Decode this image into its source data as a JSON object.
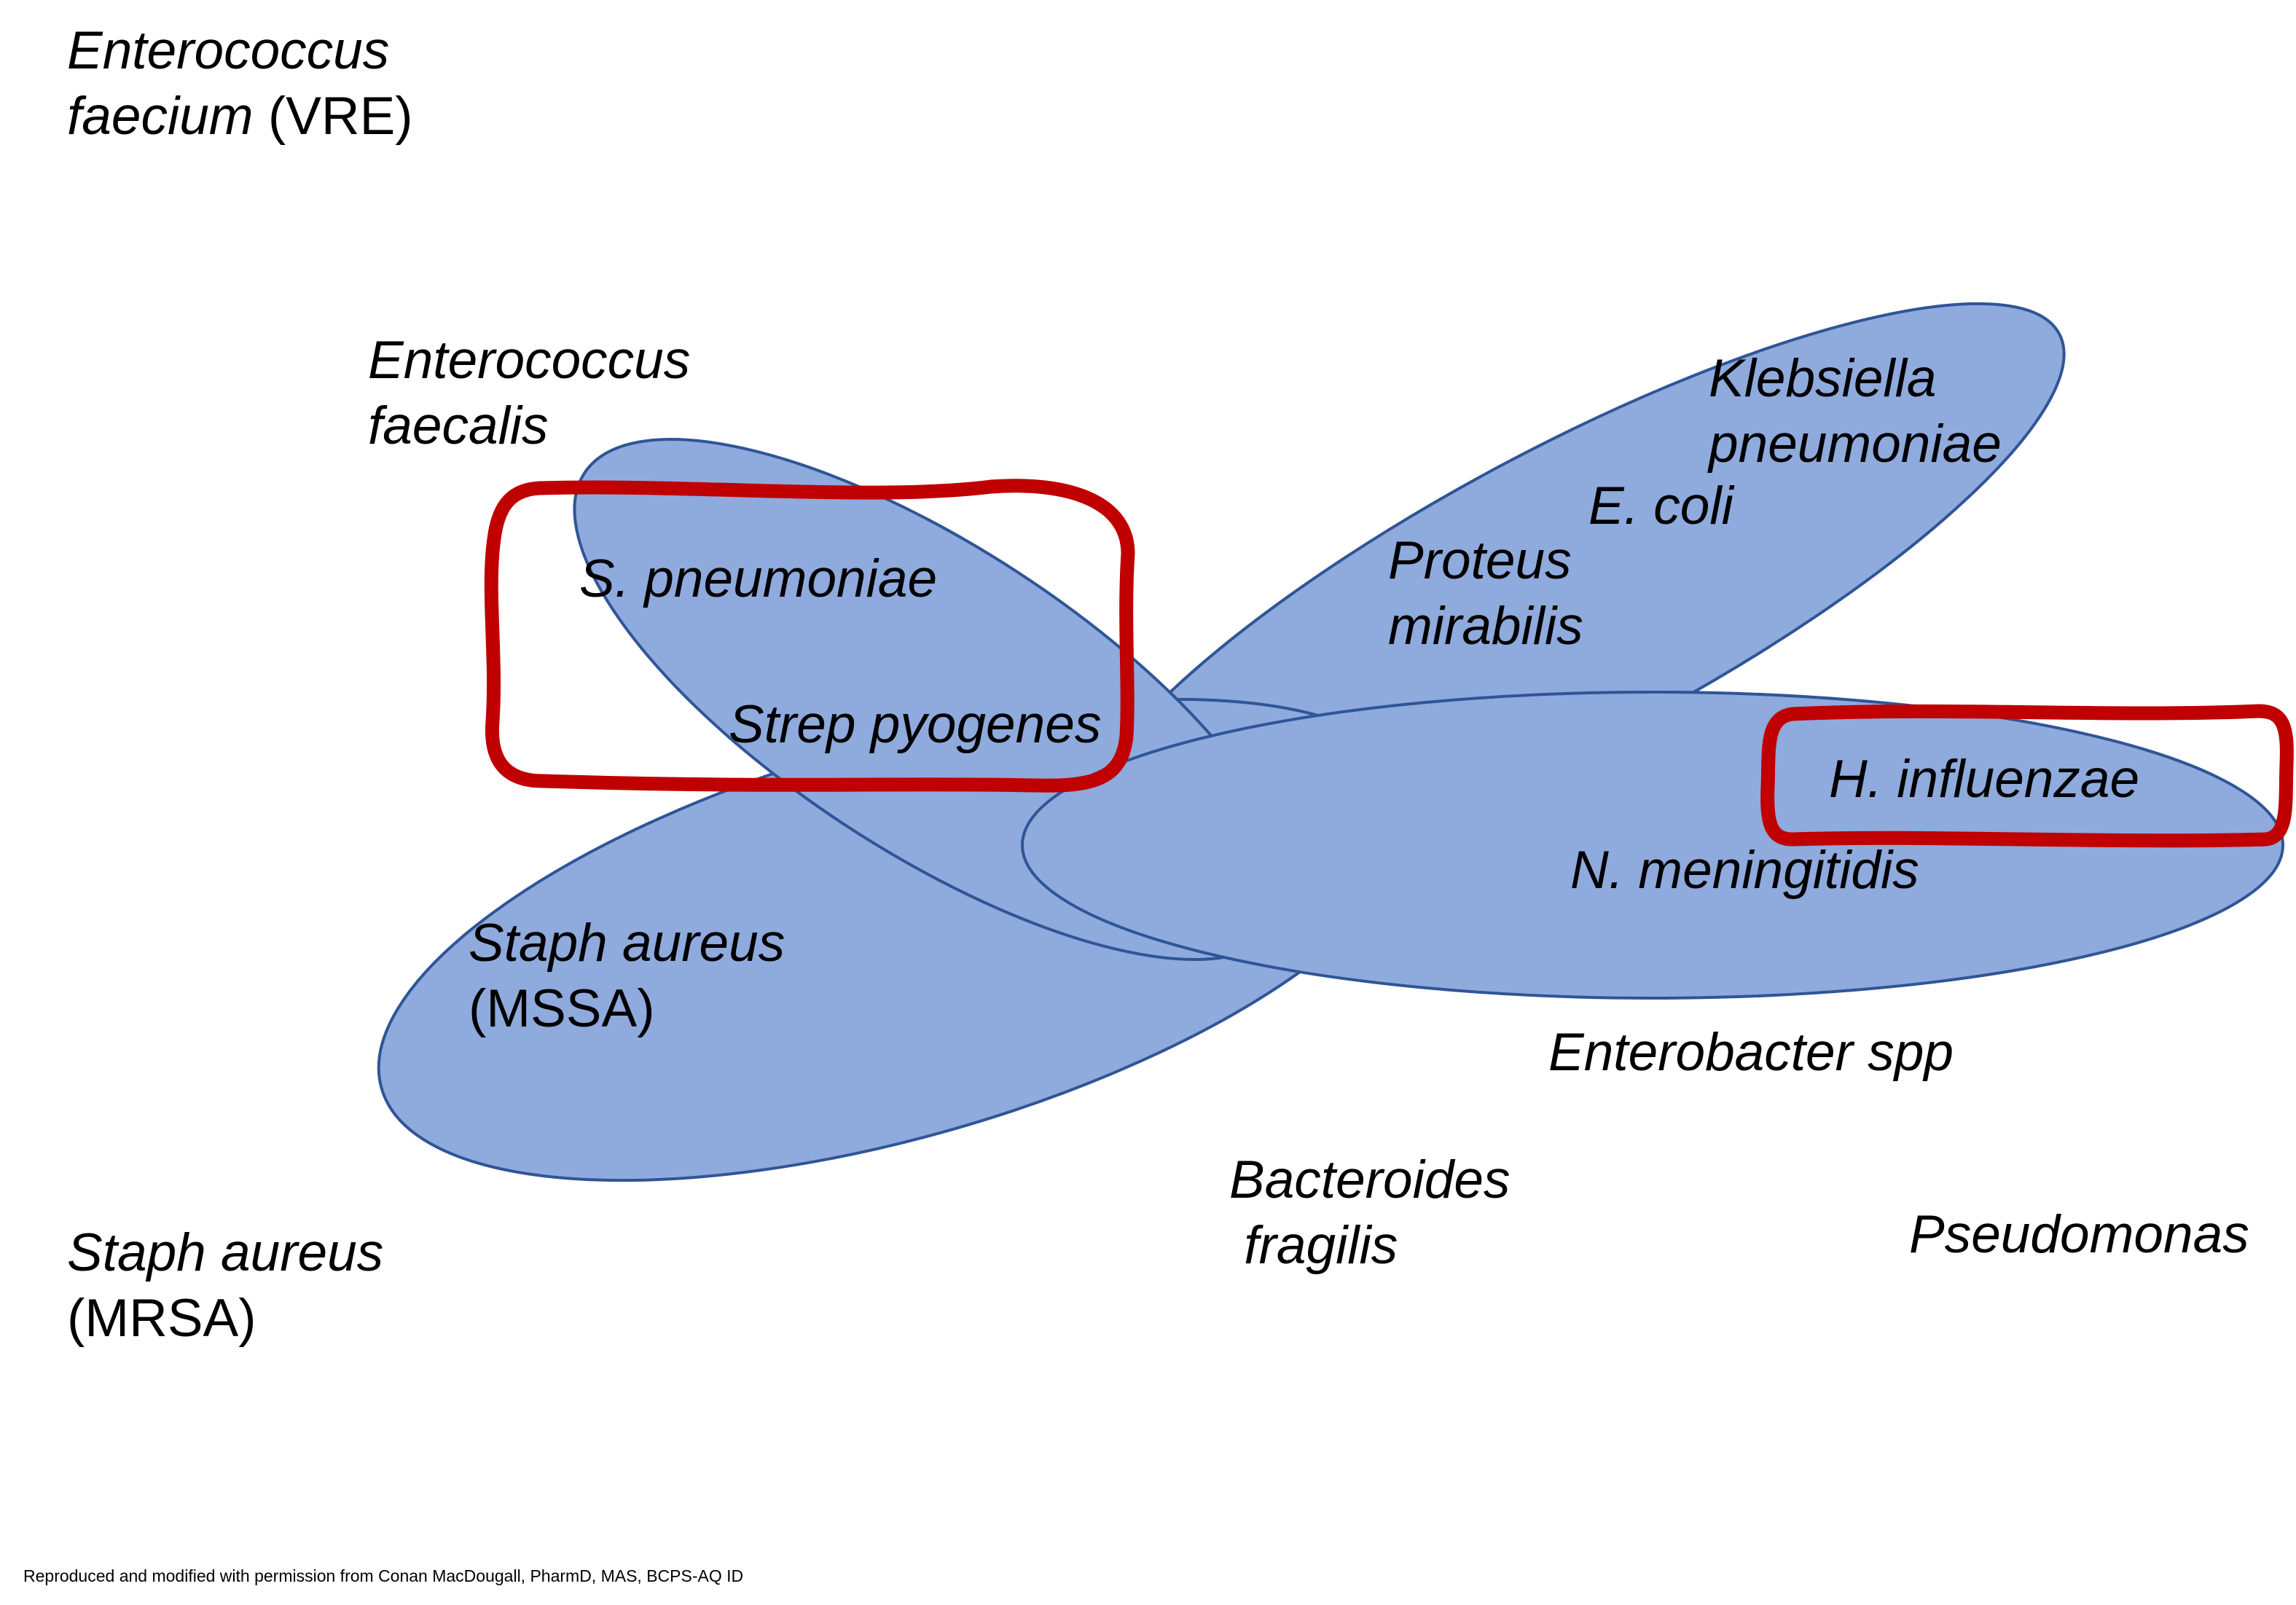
{
  "diagram": {
    "colors": {
      "ellipse_fill": "#8FAADC",
      "ellipse_stroke": "#2F5597",
      "highlight_stroke": "#C00000",
      "text": "#000000"
    },
    "organisms": {
      "enterococcus_faecium": {
        "italic_part": "Enterococcus",
        "line2_italic": "faecium",
        "line2_plain": " (VRE)"
      },
      "enterococcus_faecalis": {
        "line1": "Enterococcus",
        "line2": "faecalis"
      },
      "s_pneumoniae": "S. pneumoniae",
      "strep_pyogenes": "Strep pyogenes",
      "klebsiella": {
        "line1": "Klebsiella",
        "line2": "pneumoniae"
      },
      "e_coli": "E. coli",
      "proteus": {
        "line1": "Proteus",
        "line2": "mirabilis"
      },
      "h_influenzae": "H. influenzae",
      "n_meningitidis": "N. meningitidis",
      "staph_mssa": {
        "line1": "Staph aureus",
        "line2": "(MSSA)"
      },
      "enterobacter": "Enterobacter spp",
      "bacteroides": {
        "line1": "Bacteroides",
        "line2": " fragilis"
      },
      "pseudomonas": "Pseudomonas",
      "staph_mrsa": {
        "line1": "Staph aureus",
        "line2": "(MRSA)"
      }
    },
    "credit": "Reproduced and modified with permission from Conan MacDougall, PharmD, MAS, BCPS-AQ ID"
  }
}
